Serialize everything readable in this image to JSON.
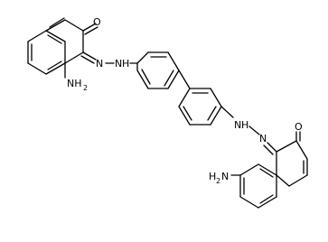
{
  "atoms": {
    "oxygen_top": "O",
    "nitrogen_1": "N",
    "nitrogen_2": "N",
    "hydrazine_h_top": "H",
    "amine_top": "NH",
    "amine_top_sub": "2",
    "nitrogen_3": "N",
    "hydrazine_h_bottom": "H",
    "nitrogen_4": "N",
    "oxygen_bottom": "O",
    "amine_bottom_prefix": "H",
    "amine_bottom_sub": "2",
    "amine_bottom_n": "N"
  }
}
